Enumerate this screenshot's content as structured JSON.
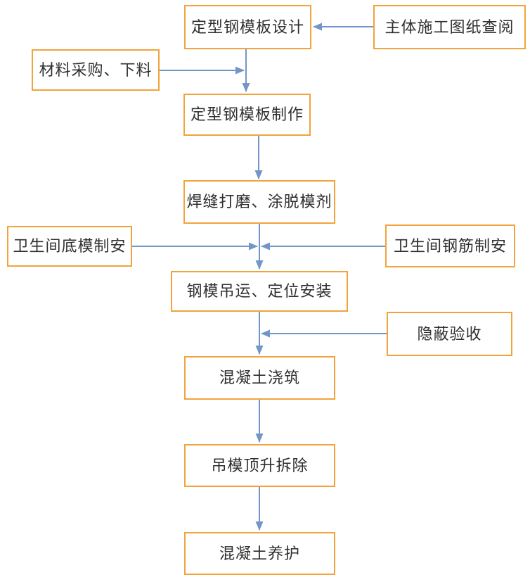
{
  "colors": {
    "background": "#ffffff",
    "box_border": "#f2a33c",
    "box_fill": "#ffffff",
    "arrow": "#7296c7",
    "text": "#2f2f2f"
  },
  "nodes": [
    {
      "id": "design",
      "label": "定型钢模板设计"
    },
    {
      "id": "drawing_review",
      "label": "主体施工图纸查阅"
    },
    {
      "id": "material",
      "label": "材料采购、下料"
    },
    {
      "id": "fabrication",
      "label": "定型钢模板制作"
    },
    {
      "id": "weld_polish",
      "label": "焊缝打磨、涂脱模剂"
    },
    {
      "id": "bottom_form",
      "label": "卫生间底模制安"
    },
    {
      "id": "rebar",
      "label": "卫生间钢筋制安"
    },
    {
      "id": "hoist_install",
      "label": "钢模吊运、定位安装"
    },
    {
      "id": "hidden_acceptance",
      "label": "隐蔽验收"
    },
    {
      "id": "concrete_pour",
      "label": "混凝土浇筑"
    },
    {
      "id": "form_removal",
      "label": "吊模顶升拆除"
    },
    {
      "id": "concrete_cure",
      "label": "混凝土养护"
    }
  ],
  "edges": [
    {
      "from": "drawing_review",
      "to": "design"
    },
    {
      "from": "design",
      "to": "fabrication"
    },
    {
      "from": "material",
      "to": "fabrication"
    },
    {
      "from": "fabrication",
      "to": "weld_polish"
    },
    {
      "from": "weld_polish",
      "to": "hoist_install"
    },
    {
      "from": "bottom_form",
      "to": "hoist_install"
    },
    {
      "from": "rebar",
      "to": "hoist_install"
    },
    {
      "from": "hoist_install",
      "to": "concrete_pour"
    },
    {
      "from": "hidden_acceptance",
      "to": "concrete_pour"
    },
    {
      "from": "concrete_pour",
      "to": "form_removal"
    },
    {
      "from": "form_removal",
      "to": "concrete_cure"
    }
  ]
}
